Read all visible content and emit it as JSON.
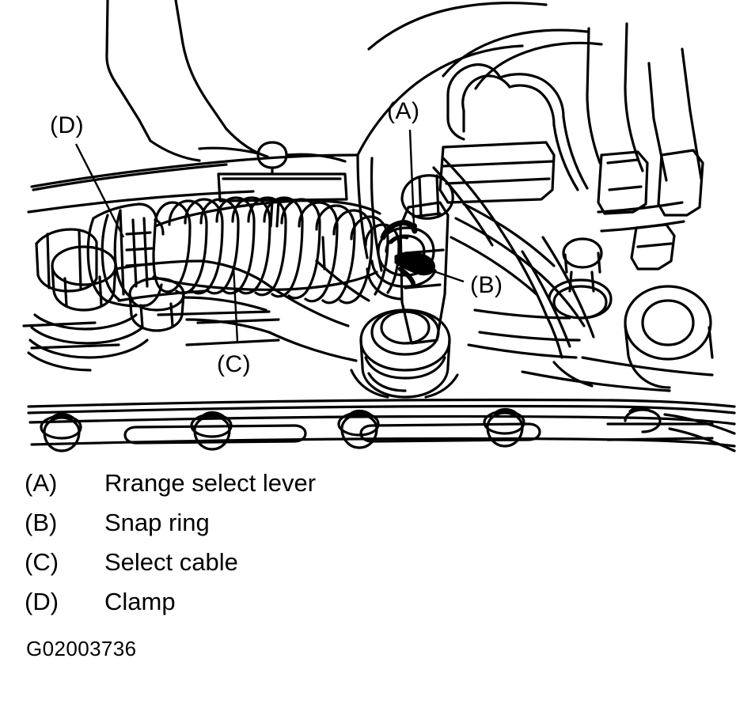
{
  "figure": {
    "id_code": "G02003736",
    "callout_labels": {
      "a": "(A)",
      "b": "(B)",
      "c": "(C)",
      "d": "(D)"
    },
    "ink_color": "#000000",
    "background_color": "#ffffff"
  },
  "legend": {
    "items": [
      {
        "key": "(A)",
        "label": "Rrange select lever"
      },
      {
        "key": "(B)",
        "label": "Snap ring"
      },
      {
        "key": "(C)",
        "label": "Select cable"
      },
      {
        "key": "(D)",
        "label": "Clamp"
      }
    ]
  }
}
